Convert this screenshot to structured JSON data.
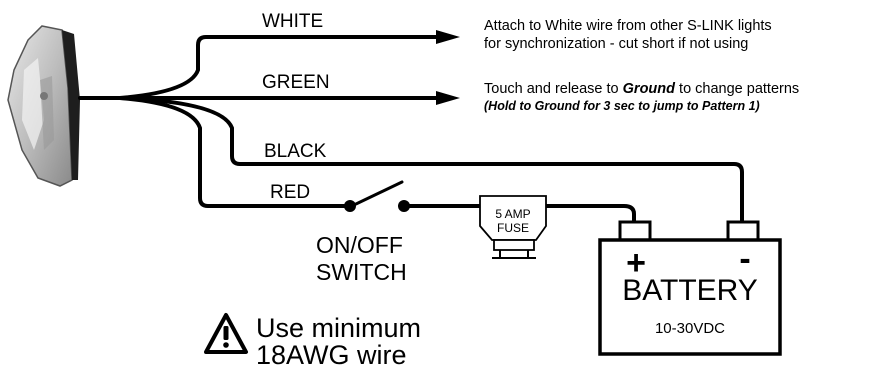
{
  "wires": {
    "white": "WHITE",
    "green": "GREEN",
    "black": "BLACK",
    "red": "RED"
  },
  "notes": {
    "white_line1": "Attach to White wire from other S-LINK lights",
    "white_line2": "for synchronization - cut short if not using",
    "green_line1_pre": "Touch and release to ",
    "green_line1_bold": "Ground",
    "green_line1_post": " to change patterns",
    "green_line2": "(Hold to Ground for 3 sec to jump to Pattern 1)"
  },
  "switch": {
    "line1": "ON/OFF",
    "line2": "SWITCH"
  },
  "fuse": {
    "line1": "5 AMP",
    "line2": "FUSE"
  },
  "battery": {
    "positive": "+",
    "negative": "-",
    "label": "BATTERY",
    "voltage": "10-30VDC"
  },
  "warning": {
    "icon": "warning-icon",
    "line1": "Use minimum",
    "line2": "18AWG wire"
  },
  "colors": {
    "line": "#000000",
    "light_body": "#cfcfcf",
    "light_rim": "#202020"
  }
}
